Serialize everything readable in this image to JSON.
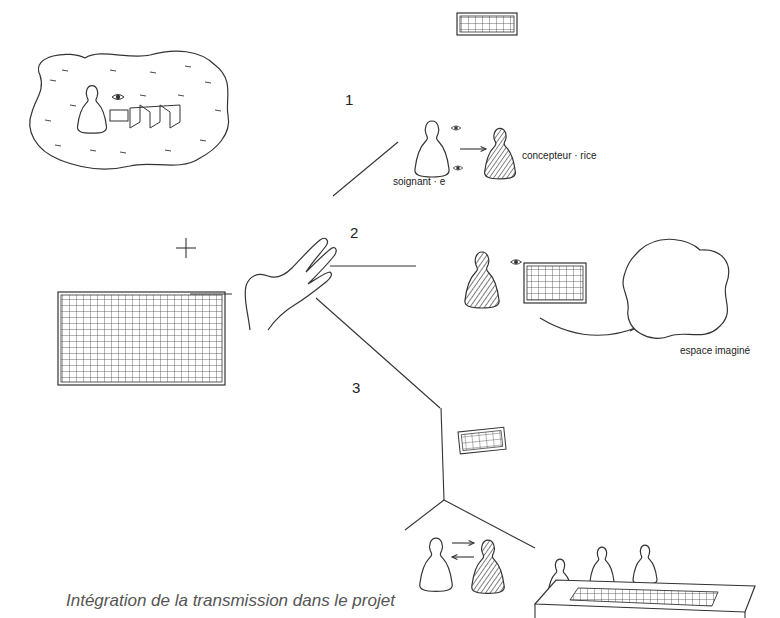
{
  "diagram": {
    "caption": "Intégration de la transmission dans le projet",
    "labels": [
      "1",
      "soignant · e",
      "concepteur · rice",
      "2",
      "espace imaginé",
      "3"
    ]
  }
}
